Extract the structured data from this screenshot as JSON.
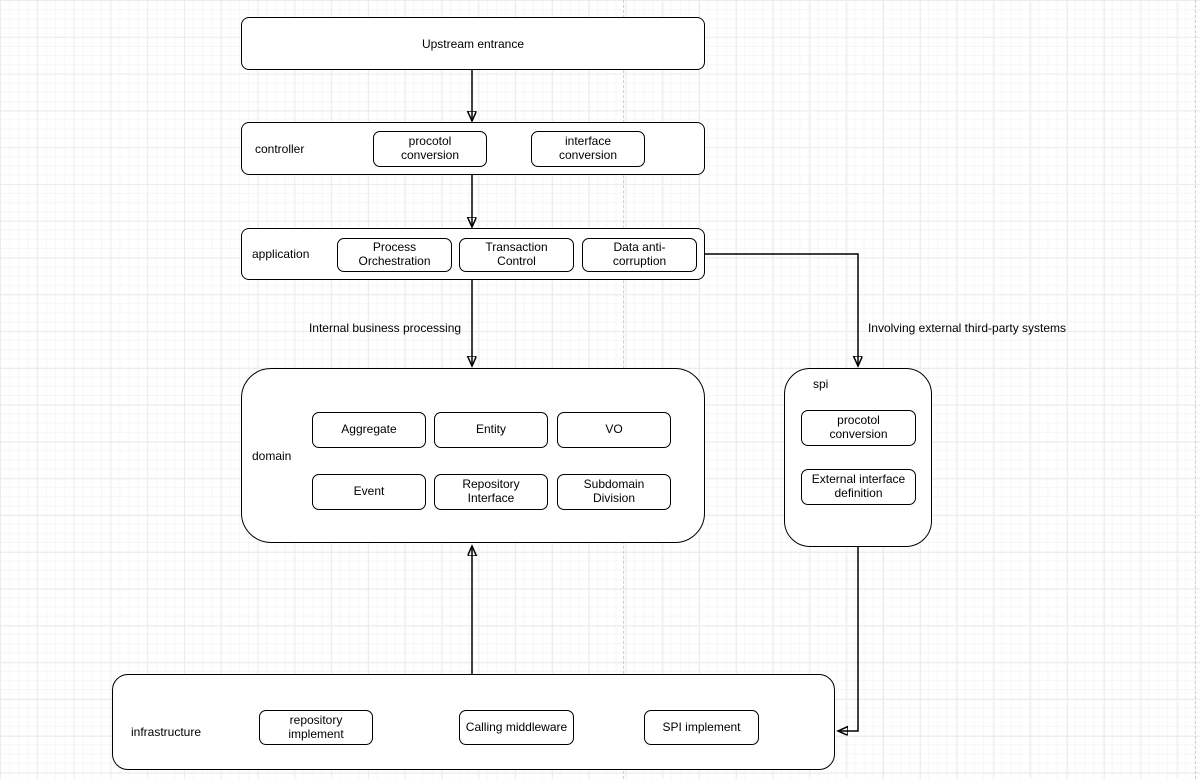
{
  "nodes": {
    "upstream": {
      "label": "Upstream entrance"
    },
    "controller": {
      "label": "controller",
      "items": [
        "procotol conversion",
        "interface conversion"
      ]
    },
    "application": {
      "label": "application",
      "items": [
        "Process Orchestration",
        "Transaction Control",
        "Data anti-corruption"
      ]
    },
    "domain": {
      "label": "domain",
      "items": [
        "Aggregate",
        "Entity",
        "VO",
        "Event",
        "Repository Interface",
        "Subdomain Division"
      ]
    },
    "spi": {
      "label": "spi",
      "items": [
        "procotol conversion",
        "External interface definition"
      ]
    },
    "infrastructure": {
      "label": "infrastructure",
      "items": [
        "repository implement",
        "Calling middleware",
        "SPI implement"
      ]
    }
  },
  "edge_labels": {
    "internal": "Internal business processing",
    "external": "Involving external third-party systems"
  },
  "colors": {
    "stroke": "#000000",
    "fill": "#ffffff",
    "grid_minor": "#f6f6f6",
    "grid_major": "#ececec",
    "page_break": "#cfcfcf"
  }
}
